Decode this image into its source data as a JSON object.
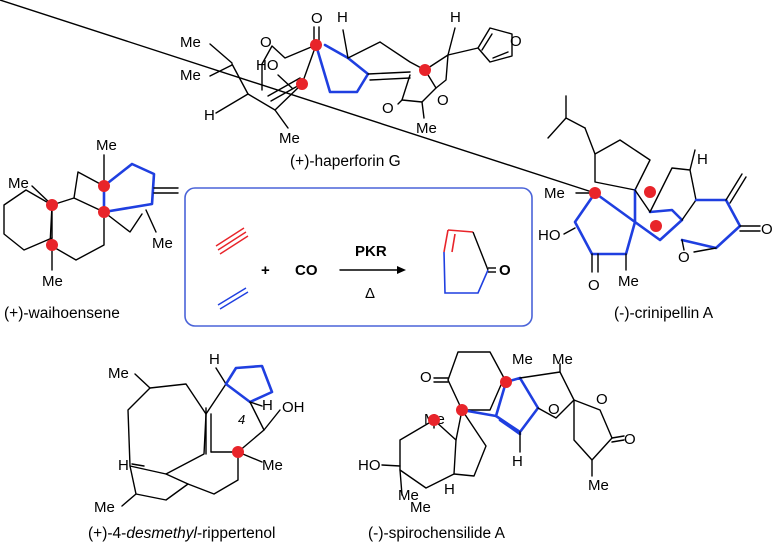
{
  "colors": {
    "ring_bond": "#1f3fe0",
    "stereocenter_dot": "#e8242a",
    "box_border": "#4a63d8",
    "alkyne": "#e8242a",
    "alkene": "#1f3fe0"
  },
  "reaction": {
    "plus": "+",
    "co": "CO",
    "pkr": "PKR",
    "delta": "Δ",
    "product_o": "O"
  },
  "compounds": {
    "haperforin": {
      "name": "(+)-haperforin G"
    },
    "waihoensene": {
      "name": "(+)-waihoensene"
    },
    "crinipellin": {
      "name": "(-)-crinipellin A"
    },
    "rippertenol": {
      "name_prefix": "(+)-4-",
      "name_italic": "desmethyl",
      "name_suffix": "-rippertenol"
    },
    "spirochensilide": {
      "name": "(-)-spirochensilide A"
    }
  },
  "atoms": {
    "me": "Me",
    "h": "H",
    "o": "O",
    "ho": "HO",
    "oh": "OH",
    "four": "4"
  }
}
